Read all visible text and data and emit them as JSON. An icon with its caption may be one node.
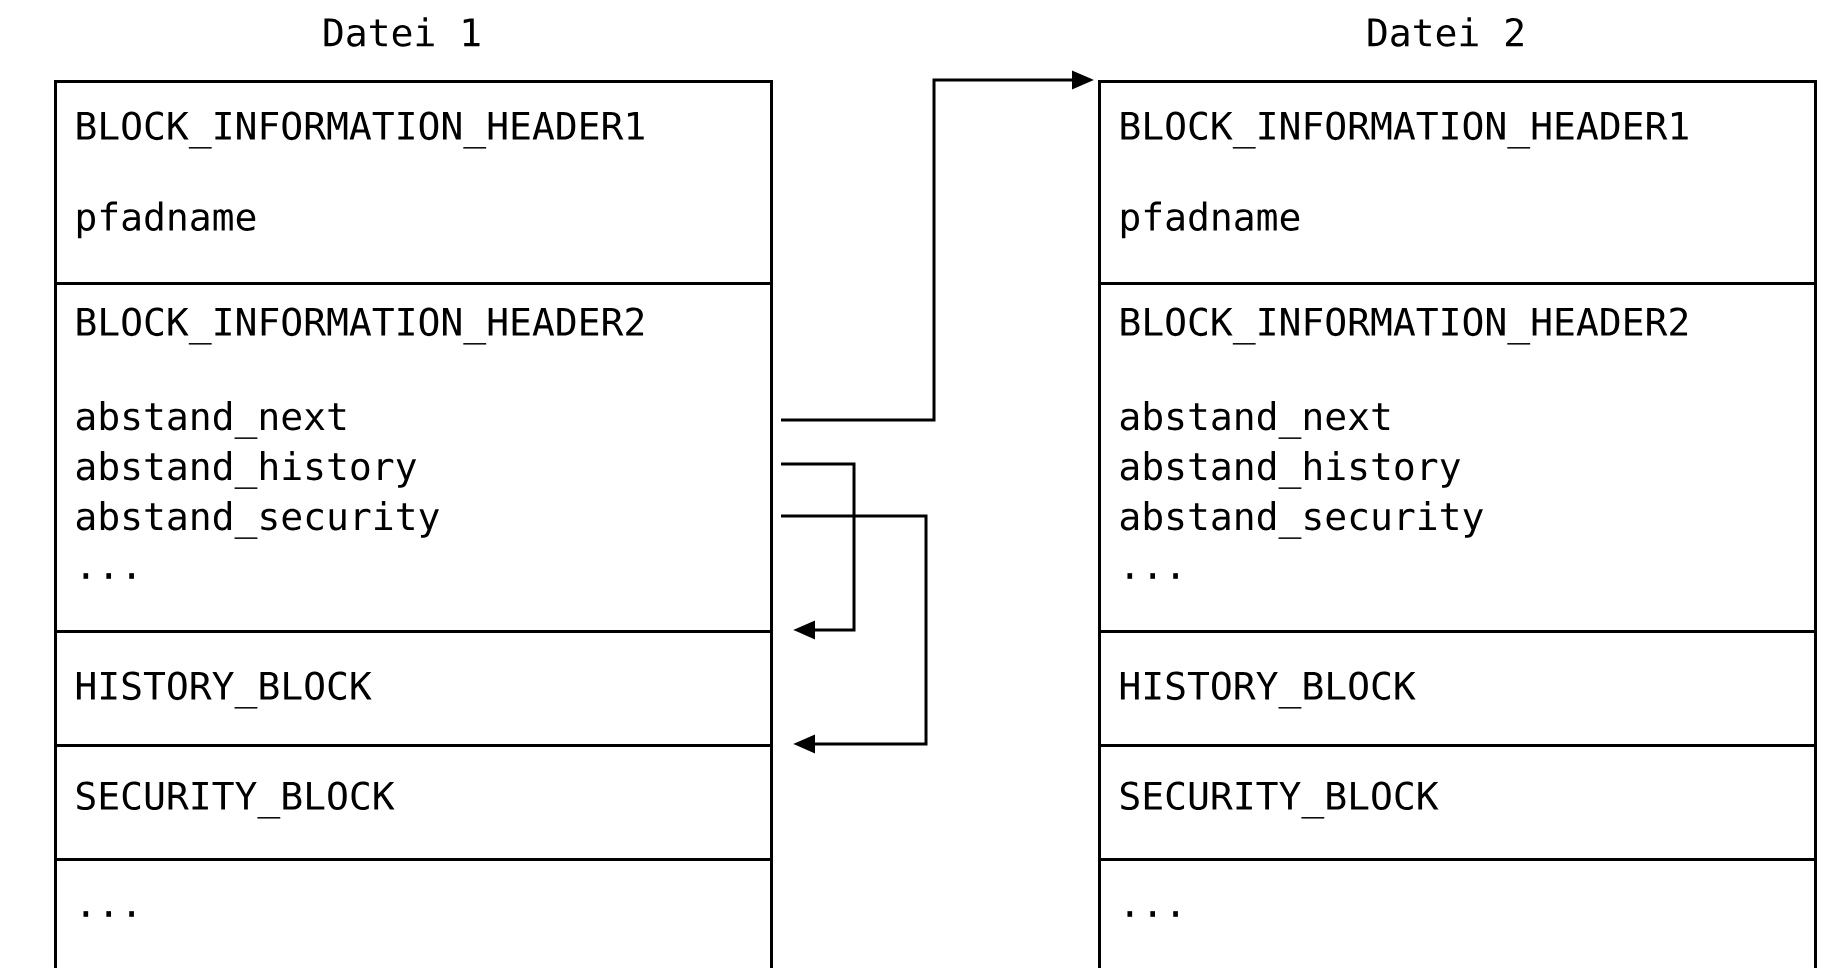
{
  "diagram": {
    "nodes": [
      {
        "text": [
          "Datei 1"
        ]
      },
      {
        "text": [
          "BLOCK_INFORMATION_HEADER1",
          "pfadname"
        ],
        "in": 0
      },
      {
        "text": [
          "BLOCK_INFORMATION_HEADER2",
          "abstand_next",
          "abstand_history",
          "abstand_security",
          "..."
        ],
        "in": 0
      },
      {
        "text": [
          "HISTORY_BLOCK"
        ],
        "in": 0
      },
      {
        "text": [
          "SECURITY_BLOCK"
        ],
        "in": 0
      },
      {
        "text": [
          "..."
        ],
        "in": 0
      },
      {
        "text": [
          "Datei 2"
        ]
      },
      {
        "text": [
          "BLOCK_INFORMATION_HEADER1",
          "pfadname"
        ],
        "in": 6
      },
      {
        "text": [
          "BLOCK_INFORMATION_HEADER2",
          "abstand_next",
          "abstand_history",
          "abstand_security",
          "..."
        ],
        "in": 6
      },
      {
        "text": [
          "HISTORY_BLOCK"
        ],
        "in": 6
      },
      {
        "text": [
          "SECURITY_BLOCK"
        ],
        "in": 6
      },
      {
        "text": [
          "..."
        ],
        "in": 6
      }
    ],
    "edges": [
      {
        "from": 2,
        "to": 6,
        "arrow": "to"
      },
      {
        "from": 2,
        "to": 3,
        "arrow": "to"
      },
      {
        "from": 2,
        "to": 4,
        "arrow": "to"
      }
    ]
  }
}
